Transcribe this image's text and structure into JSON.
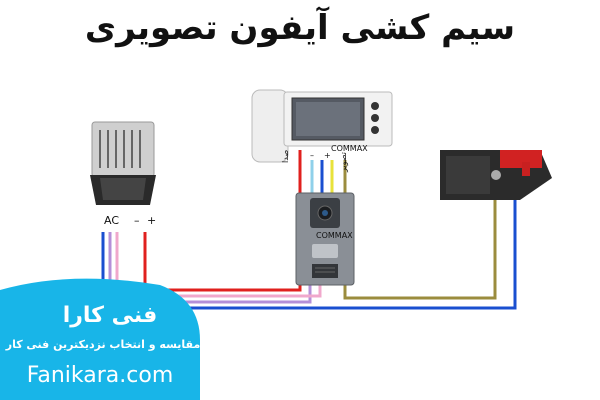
{
  "title": "سیم کشی آیفون تصویری",
  "labels": {
    "ac": "AC",
    "ps_minus": "–",
    "ps_plus": "+",
    "mon_t1": "صدا",
    "mon_t2": "–",
    "mon_t3": "+",
    "mon_t4": "تصویر",
    "monitor_brand": "COMMAX",
    "door_brand": "COMMAX"
  },
  "brand": {
    "logo": "فنی کارا",
    "tagline": "مقایسه و انتخاب نزدیکترین  فنی کار",
    "site": "Fanikara.com"
  },
  "colors": {
    "red": "#e0201e",
    "blue": "#1a4fd0",
    "violet": "#b48fd8",
    "pink": "#f0a8cc",
    "lightblue": "#8fd0ea",
    "yellow": "#e8e23a",
    "olive": "#9b8c3e",
    "brand": "#18b5e8"
  }
}
